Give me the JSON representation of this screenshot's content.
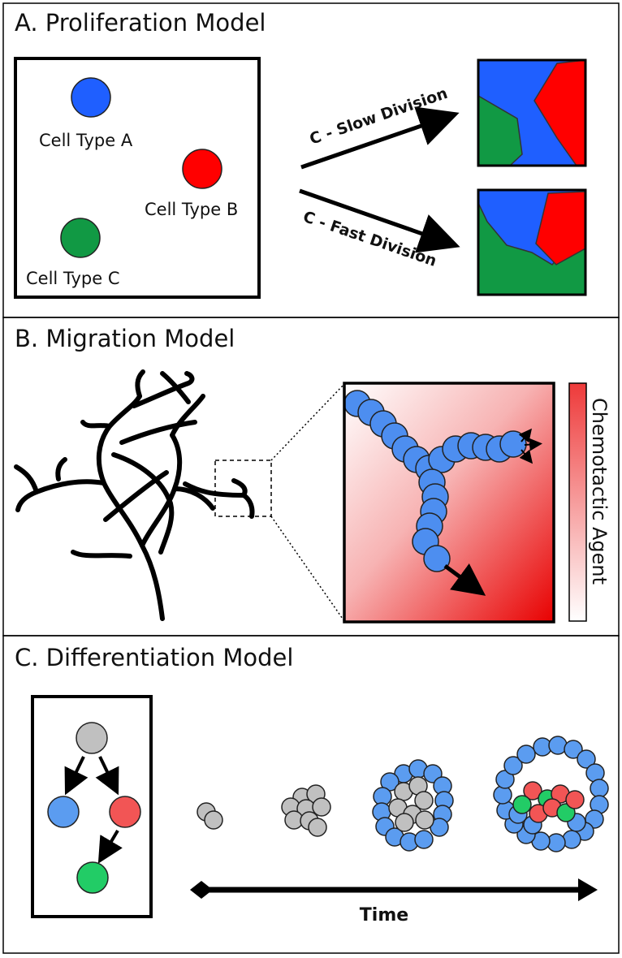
{
  "panels": {
    "a": {
      "title": "A.  Proliferation Model"
    },
    "b": {
      "title": "B.  Migration Model"
    },
    "c": {
      "title": "C.  Differentiation Model"
    }
  },
  "cells": {
    "type_a": "Cell Type A",
    "type_b": "Cell Type B",
    "type_c": "Cell Type C"
  },
  "arrows": {
    "slow": "C - Slow Division",
    "fast": "C - Fast Division"
  },
  "colorbar": {
    "label": "Chemotactic Agent"
  },
  "timeline": {
    "label": "Time"
  },
  "colors": {
    "blue": "#1f5fff",
    "red": "#ff0000",
    "green": "#119944",
    "migration_blue": "#4d8ef0",
    "diff_gray": "#c0c0c0",
    "diff_blue": "#5b9cf0",
    "diff_red": "#f25555",
    "diff_green": "#22cc66"
  }
}
